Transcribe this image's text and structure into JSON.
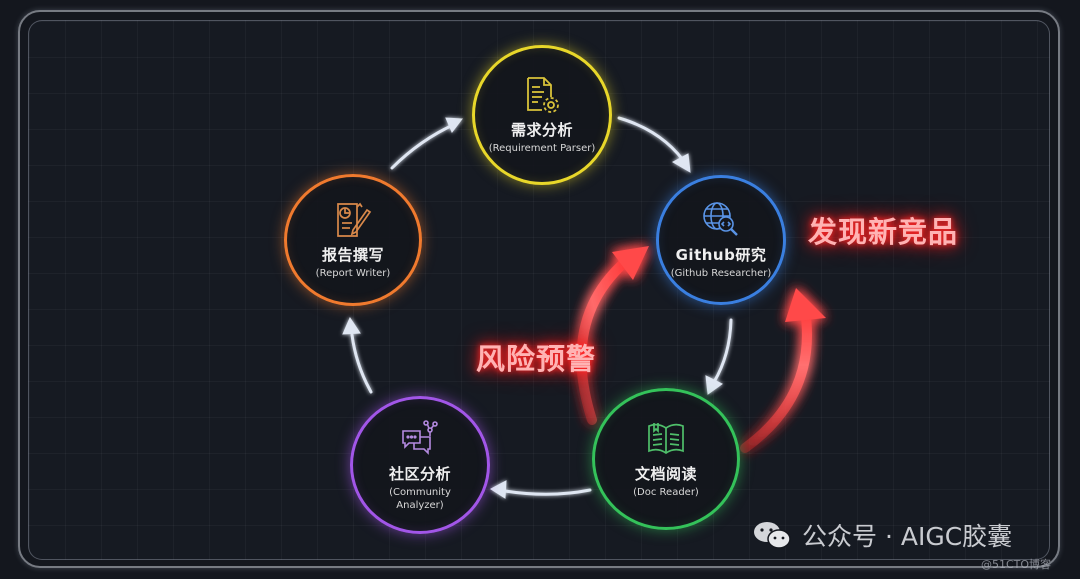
{
  "diagram": {
    "type": "cycle",
    "nodes": [
      {
        "id": "requirement-parser",
        "title_cn": "需求分析",
        "title_en": "(Requirement Parser)",
        "icon": "document-gear-icon",
        "color": "#e8d72a"
      },
      {
        "id": "github-researcher",
        "title_cn": "Github研究",
        "title_en": "(Github Researcher)",
        "icon": "globe-code-search-icon",
        "color": "#3a7fe0"
      },
      {
        "id": "doc-reader",
        "title_cn": "文档阅读",
        "title_en": "(Doc Reader)",
        "icon": "open-book-icon",
        "color": "#34c25a"
      },
      {
        "id": "community-analyzer",
        "title_cn": "社区分析",
        "title_en": "(Community Analyzer)",
        "icon": "chat-bubbles-network-icon",
        "color": "#a256e8"
      },
      {
        "id": "report-writer",
        "title_cn": "报告撰写",
        "title_en": "(Report Writer)",
        "icon": "report-pen-icon",
        "color": "#f07a2e"
      }
    ],
    "edges": [
      {
        "from": "requirement-parser",
        "to": "github-researcher"
      },
      {
        "from": "github-researcher",
        "to": "doc-reader"
      },
      {
        "from": "doc-reader",
        "to": "community-analyzer"
      },
      {
        "from": "community-analyzer",
        "to": "report-writer"
      },
      {
        "from": "report-writer",
        "to": "requirement-parser"
      }
    ],
    "feedback_loops": [
      {
        "from": "doc-reader",
        "to": "github-researcher",
        "label": "发现新竞品",
        "color": "#ff2a2a"
      },
      {
        "from": "doc-reader",
        "to": "github-researcher",
        "label": "风险预警",
        "color": "#ff2a2a"
      }
    ],
    "callouts": {
      "new_competitor": "发现新竞品",
      "risk_warning": "风险预警"
    }
  },
  "watermark": {
    "text": "公众号 · AIGC胶囊",
    "source": "@51CTO博客"
  }
}
